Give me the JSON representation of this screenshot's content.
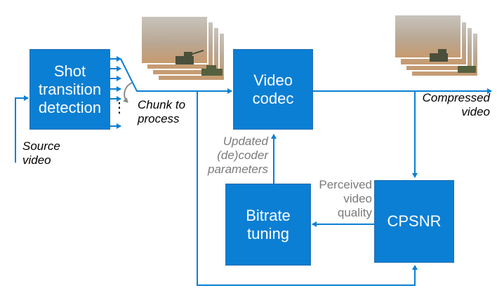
{
  "boxes": {
    "shot_detection": "Shot\ntransition\ndetection",
    "video_codec": "Video\ncodec",
    "bitrate_tuning": "Bitrate\ntuning",
    "cpsnr": "CPSNR"
  },
  "labels": {
    "source_video": "Source\nvideo",
    "chunk_to_process": "Chunk to\nprocess",
    "compressed_video": "Compressed\nvideo",
    "updated_params": "Updated\n(de)coder\nparameters",
    "perceived_quality": "Perceived\nvideo\nquality",
    "ellipsis": "⋮"
  },
  "colors": {
    "box": "#0b7fd4",
    "arrow": "#0b7fd4",
    "grey_text": "#7a7a7a"
  },
  "icons": {
    "frame_stacks": "video-frames-thumbnail",
    "selector": "curved-arrow-icon"
  }
}
